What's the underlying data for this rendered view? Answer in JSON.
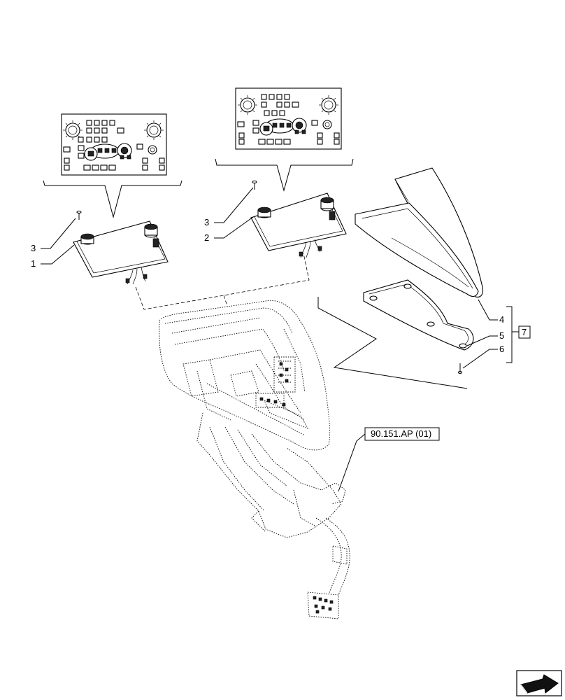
{
  "callouts": {
    "label_1": "1",
    "label_2": "2",
    "label_3_left": "3",
    "label_3_right": "3",
    "label_4": "4",
    "label_5": "5",
    "label_6": "6",
    "label_7": "7"
  },
  "reference": {
    "text": "90.151.AP (01)"
  },
  "icons": {
    "nav": "next-page-arrow-icon"
  }
}
